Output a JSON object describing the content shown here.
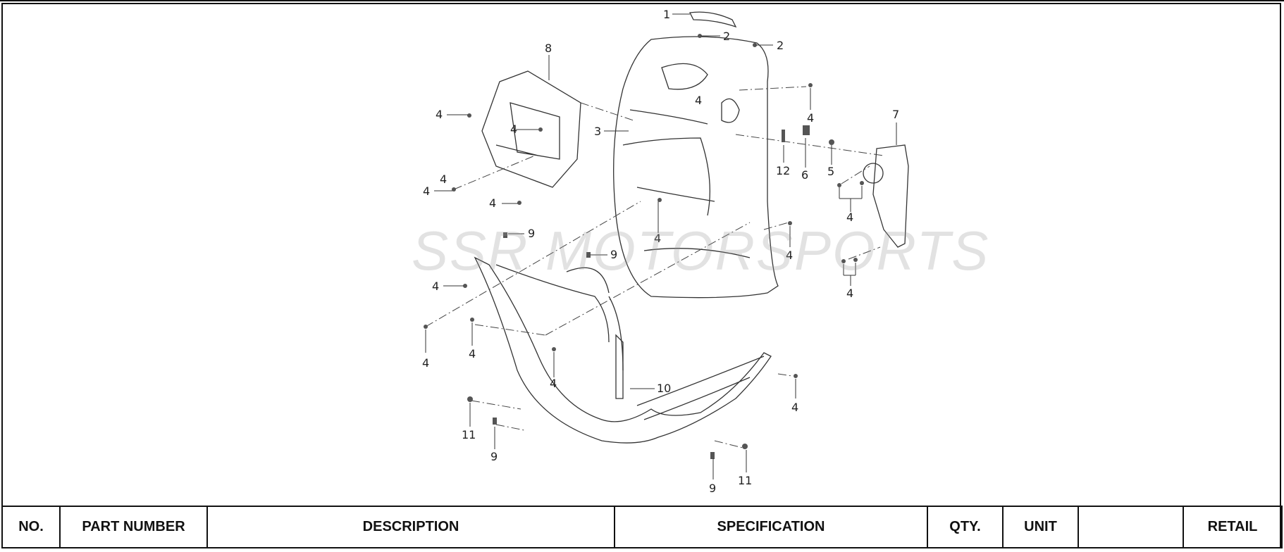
{
  "watermark": "SSR MOTORSPORTS",
  "callouts": {
    "c1": "1",
    "c2a": "2",
    "c2b": "2",
    "c3": "3",
    "c4a": "4",
    "c4b": "4",
    "c4c": "4",
    "c4d": "4",
    "c4e": "4",
    "c4f": "4",
    "c4g": "4",
    "c4h": "4",
    "c4i": "4",
    "c4j": "4",
    "c4k": "4",
    "c4l": "4",
    "c4m": "4",
    "c4n": "4",
    "c4o": "4",
    "c4p": "4",
    "c5": "5",
    "c6": "6",
    "c7": "7",
    "c8": "8",
    "c9a": "9",
    "c9b": "9",
    "c9c": "9",
    "c9d": "9",
    "c10": "10",
    "c11a": "11",
    "c11b": "11",
    "c12": "12"
  },
  "table": {
    "headers": {
      "no": "NO.",
      "part_number": "PART NUMBER",
      "description": "DESCRIPTION",
      "specification": "SPECIFICATION",
      "qty": "QTY.",
      "unit": "UNIT",
      "blank": "",
      "retail": "RETAIL"
    }
  }
}
